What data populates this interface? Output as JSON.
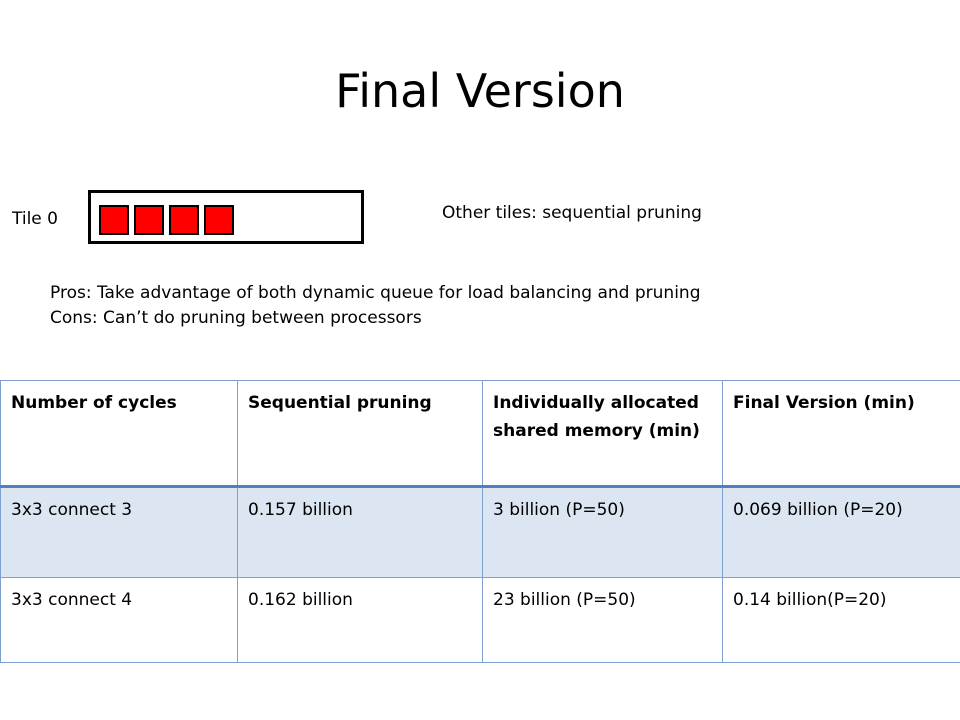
{
  "slide": {
    "title": "Final Version",
    "tile_label": "Tile 0",
    "tile_slots_filled": 4,
    "slot_color": "#ff0000",
    "other_tiles_note": "Other tiles: sequential pruning",
    "pros": "Pros: Take advantage of both dynamic queue for load balancing and pruning",
    "cons": "Cons: Can’t do pruning between processors"
  },
  "table": {
    "headers": [
      "Number of cycles",
      "Sequential pruning",
      "Individually allocated shared memory (min)",
      "Final Version (min)"
    ],
    "rows": [
      [
        "3x3 connect 3",
        "0.157 billion",
        "3 billion (P=50)",
        "0.069 billion (P=20)"
      ],
      [
        "3x3 connect 4",
        "0.162 billion",
        "23 billion (P=50)",
        "0.14 billion(P=20)"
      ]
    ],
    "accent_color": "#4f81bd",
    "band_color": "#dce6f2"
  }
}
